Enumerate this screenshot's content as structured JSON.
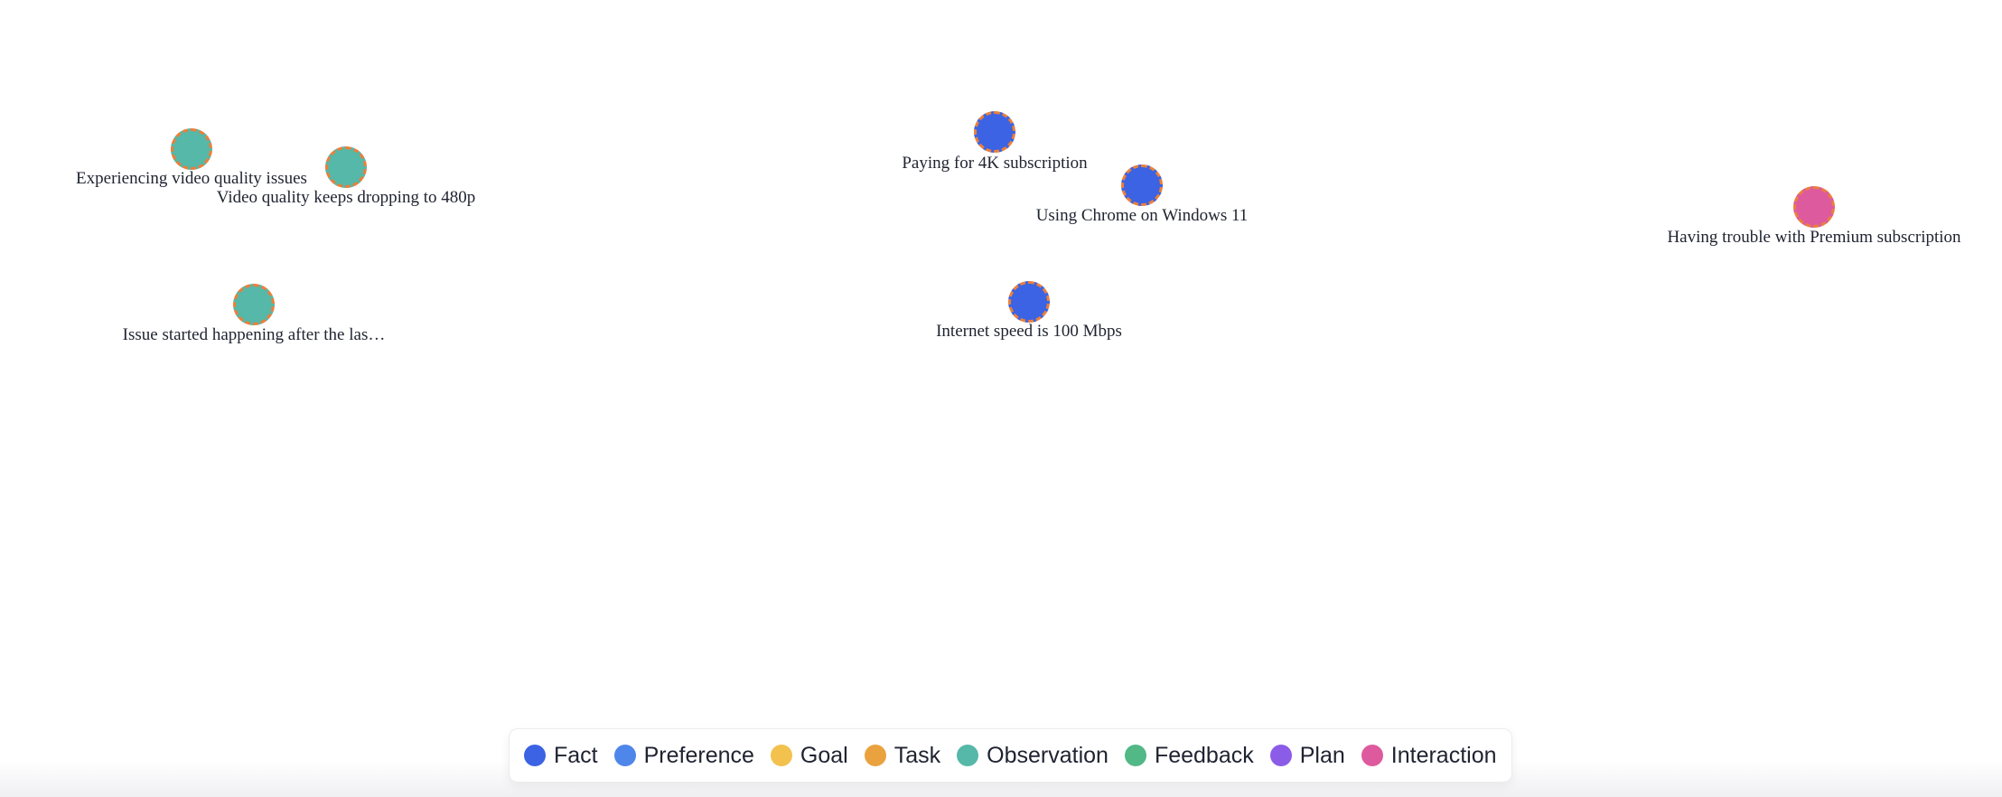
{
  "graph": {
    "nodes": [
      {
        "id": "n1",
        "label": "Experiencing video quality issues",
        "category": "Observation"
      },
      {
        "id": "n2",
        "label": "Video quality keeps dropping to 480p",
        "category": "Observation"
      },
      {
        "id": "n3",
        "label": "Issue started happening after the las…",
        "category": "Observation"
      },
      {
        "id": "n4",
        "label": "Paying for 4K subscription",
        "category": "Fact"
      },
      {
        "id": "n5",
        "label": "Using Chrome on Windows 11",
        "category": "Fact"
      },
      {
        "id": "n6",
        "label": "Internet speed is 100 Mbps",
        "category": "Fact"
      },
      {
        "id": "n7",
        "label": "Having trouble with Premium subscription",
        "category": "Interaction"
      }
    ],
    "node_border_color": "#ea7f3c"
  },
  "legend": {
    "items": [
      {
        "label": "Fact",
        "color": "#3b63e3"
      },
      {
        "label": "Preference",
        "color": "#4f86ea"
      },
      {
        "label": "Goal",
        "color": "#f2c14e"
      },
      {
        "label": "Task",
        "color": "#eaa23f"
      },
      {
        "label": "Observation",
        "color": "#55b8a8"
      },
      {
        "label": "Feedback",
        "color": "#52b886"
      },
      {
        "label": "Plan",
        "color": "#8b5ce8"
      },
      {
        "label": "Interaction",
        "color": "#de5a9e"
      }
    ]
  }
}
